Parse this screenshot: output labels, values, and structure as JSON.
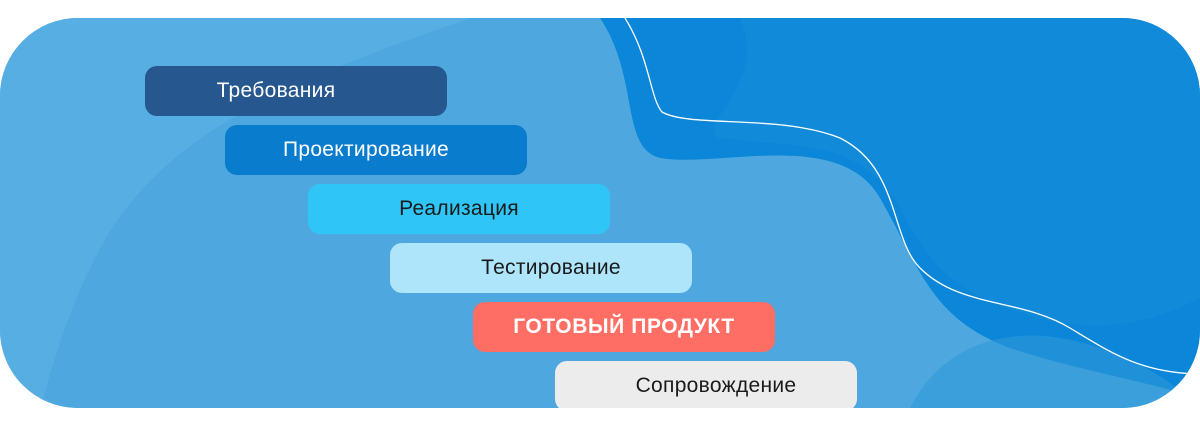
{
  "steps": [
    {
      "label": "Требования",
      "bg": "#27578f",
      "fg": "#ffffff"
    },
    {
      "label": "Проектирование",
      "bg": "#0a7cce",
      "fg": "#ffffff"
    },
    {
      "label": "Реализация",
      "bg": "#2fc6f7",
      "fg": "#1a1a1a"
    },
    {
      "label": "Тестирование",
      "bg": "#aee5fb",
      "fg": "#1a1a1a"
    },
    {
      "label": "ГОТОВЫЙ ПРОДУКТ",
      "bg": "#fe6e64",
      "fg": "#ffffff"
    },
    {
      "label": "Сопровождение",
      "bg": "#ececec",
      "fg": "#1a1a1a"
    }
  ],
  "colors": {
    "panel": "#4ea8df",
    "panel_dark": "#0b86d8",
    "accent_line": "#ffffff"
  }
}
